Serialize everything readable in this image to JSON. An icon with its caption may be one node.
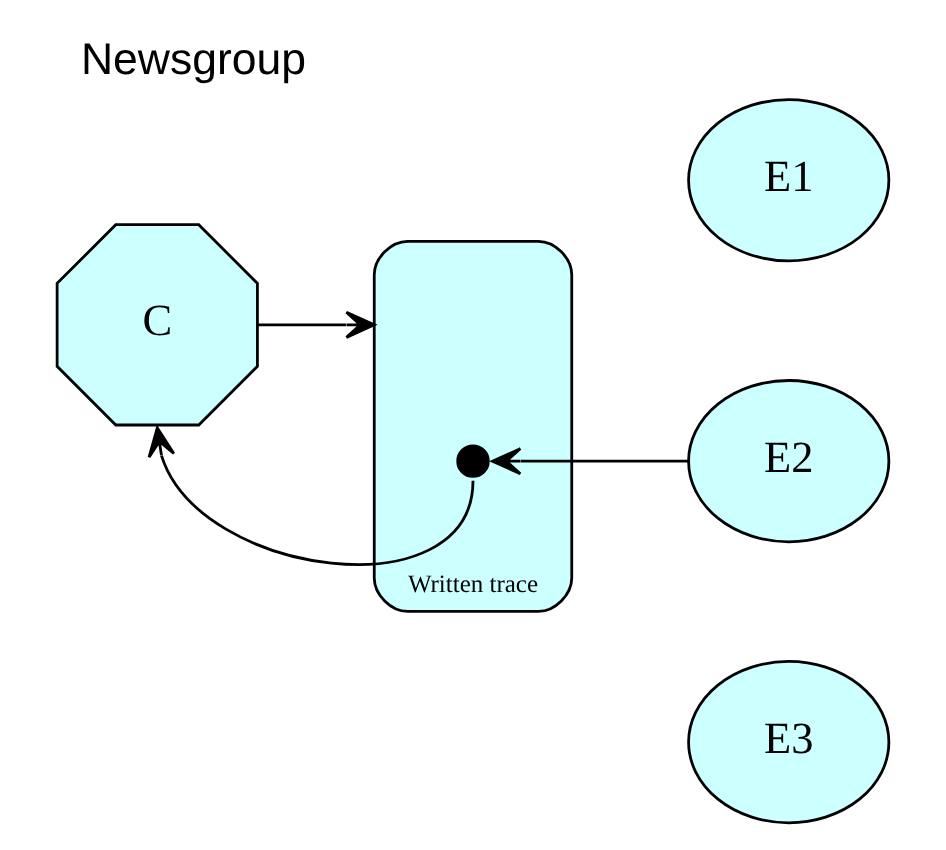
{
  "diagram": {
    "title": "Newsgroup",
    "nodes": [
      {
        "text": [
          "C"
        ]
      },
      {
        "text": [
          "Written trace"
        ]
      },
      {
        "text": [],
        "shape": "circle",
        "in": 1
      },
      {
        "text": [
          "E1"
        ]
      },
      {
        "text": [
          "E2"
        ]
      },
      {
        "text": [
          "E3"
        ]
      }
    ],
    "edges": [
      {
        "from": 0,
        "to": 1,
        "arrow": "to"
      },
      {
        "from": 4,
        "to": 2,
        "arrow": "to"
      },
      {
        "from": 2,
        "to": 0,
        "arrow": "to"
      }
    ]
  }
}
